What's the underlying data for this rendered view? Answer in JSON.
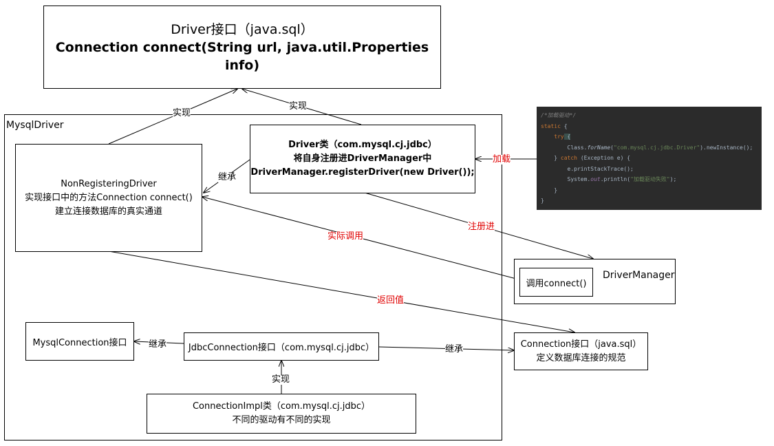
{
  "driver_interface": {
    "title": "Driver接口（java.sql）",
    "method": "Connection connect(String url, java.util.Properties info)"
  },
  "mysql_driver_group": {
    "label": "MysqlDriver"
  },
  "non_registering_driver": {
    "line1": "NonRegisteringDriver",
    "line2": "实现接口中的方法Connection connect()",
    "line3": "建立连接数据库的真实通道"
  },
  "driver_class": {
    "line1": "Driver类（com.mysql.cj.jdbc）",
    "line2": "将自身注册进DriverManager中",
    "line3": "DriverManager.registerDriver(new Driver());"
  },
  "driver_manager": {
    "label": "DriverManager",
    "call": "调用connect()"
  },
  "connection_interface": {
    "line1": "Connection接口（java.sql）",
    "line2": "定义数据库连接的规范"
  },
  "mysql_connection": {
    "label": "MysqlConnection接口"
  },
  "jdbc_connection": {
    "label": "JdbcConnection接口（com.mysql.cj.jdbc）"
  },
  "connection_impl": {
    "line1": "ConnectionImpl类（com.mysql.cj.jdbc）",
    "line2": "不同的驱动有不同的实现"
  },
  "edge_labels": {
    "implements_left": "实现",
    "implements_right": "实现",
    "inherit_driver": "继承",
    "load": "加载",
    "register_into": "注册进",
    "actual_call": "实际调用",
    "return_value": "返回值",
    "inherit_mysql": "继承",
    "inherit_connection": "继承",
    "implements_impl": "实现"
  },
  "code_snippet": {
    "comment": "/*加载驱动*/",
    "static_kw": "static",
    "brace_open": " {",
    "try_kw": "try",
    "try_brace": " {",
    "class_ref": "Class.",
    "for_name": "forName",
    "paren_open": "(",
    "driver_string": "\"com.mysql.cj.jdbc.Driver\"",
    "new_instance": ").newInstance();",
    "close_brace": "} ",
    "catch_kw": "catch",
    "catch_rest": " (Exception e) {",
    "print_stack": "e.printStackTrace();",
    "system_out": "System.",
    "out_field": "out",
    "println": ".println(",
    "fail_string": "\"加载驱动失败\"",
    "println_end": ");",
    "inner_close": "}",
    "outer_close": "}"
  },
  "colors": {
    "edge_label_red": "#e00000",
    "code_bg": "#2b2b2b"
  }
}
